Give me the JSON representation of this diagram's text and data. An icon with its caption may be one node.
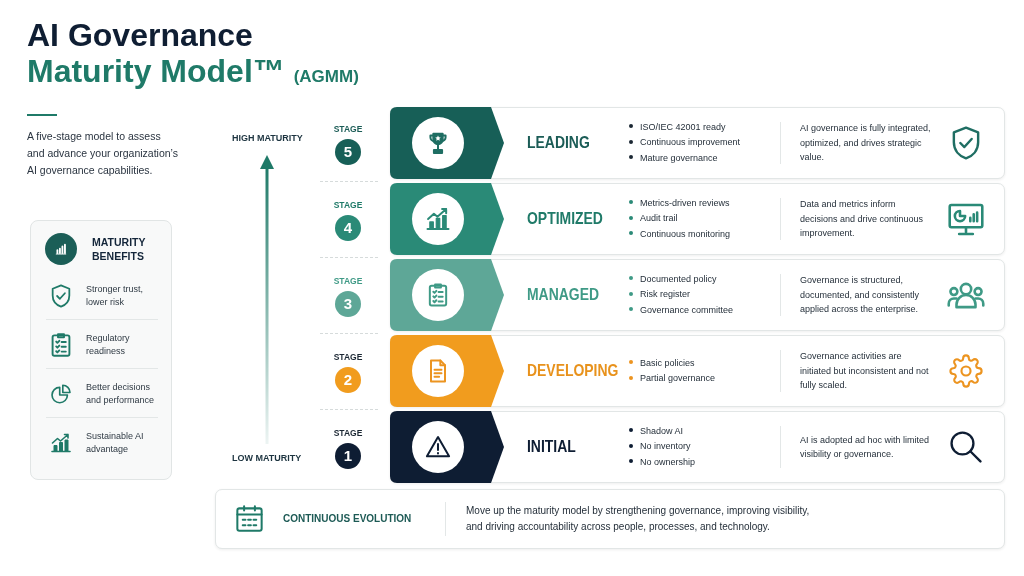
{
  "diagram": {
    "title": "AI Governance Maturity Model™ (AGMM)",
    "nodes": [
      {
        "text": [
          "MATURITY BENEFITS"
        ]
      },
      {
        "text": [
          "Stronger trust, lower risk"
        ],
        "in": 0
      },
      {
        "text": [
          "Regulatory readiness"
        ],
        "in": 0
      },
      {
        "text": [
          "Better decisions and performance"
        ],
        "in": 0
      },
      {
        "text": [
          "Sustainable AI advantage"
        ],
        "in": 0
      },
      {
        "text": [
          "STAGE",
          "5"
        ]
      },
      {
        "text": [
          "LEADING",
          "ISO/IEC 42001 ready",
          "Continuous improvement",
          "Mature governance",
          "AI governance is fully integrated, optimized, and drives strategic value."
        ]
      },
      {
        "text": [
          "STAGE",
          "4"
        ]
      },
      {
        "text": [
          "OPTIMIZED",
          "Metrics-driven reviews",
          "Audit trail",
          "Continuous monitoring",
          "Data and metrics inform decisions and drive continuous improvement."
        ]
      },
      {
        "text": [
          "STAGE",
          "3"
        ]
      },
      {
        "text": [
          "MANAGED",
          "Documented policy",
          "Risk register",
          "Governance committee",
          "Governance is structured, documented, and consistently applied across the enterprise."
        ]
      },
      {
        "text": [
          "STAGE",
          "2"
        ]
      },
      {
        "text": [
          "DEVELOPING",
          "Basic policies",
          "Partial governance",
          "Governance activities are initiated but inconsistent and not fully scaled."
        ]
      },
      {
        "text": [
          "STAGE",
          "1"
        ]
      },
      {
        "text": [
          "INITIAL",
          "Shadow AI",
          "No inventory",
          "No ownership",
          "AI is adopted ad hoc with limited visibility or governance."
        ]
      },
      {
        "text": [
          "CONTINUOUS EVOLUTION",
          "Move up the maturity model by strengthening governance, improving visibility, and driving accountability across people, processes, and technology."
        ]
      }
    ],
    "labels": [
      "A five-stage model to assess and advance your organization’s AI governance capabilities.",
      "HIGH MATURITY",
      "LOW MATURITY"
    ]
  }
}
